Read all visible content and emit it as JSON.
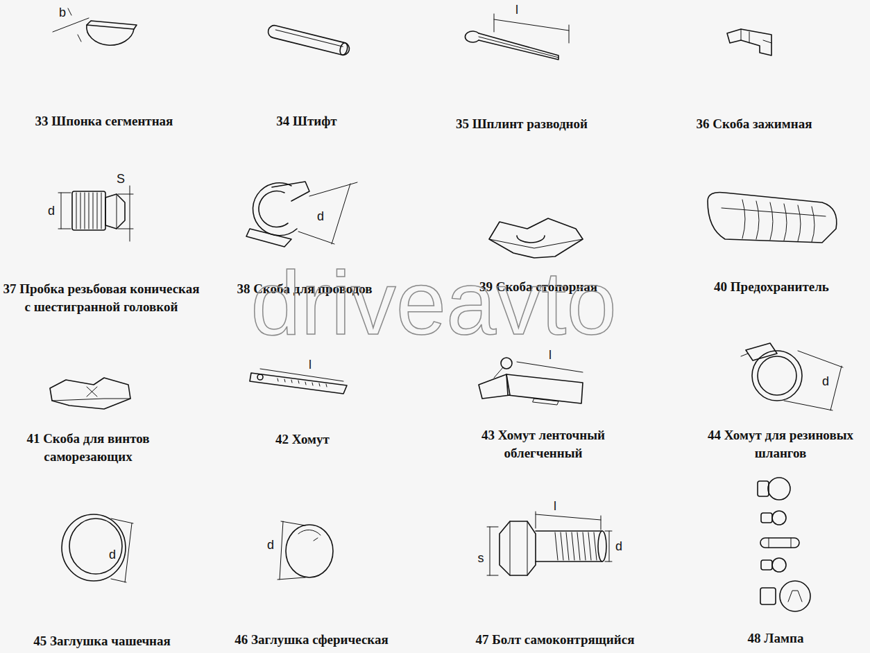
{
  "diagram": {
    "labels": [
      "b",
      "33 Шпонка сегментная",
      "34 Штифт",
      "l",
      "35 Шплинт разводной",
      "36 Скоба зажимная",
      "d",
      "S",
      "37 Пробка резьбовая коническая с шестигранной головкой",
      "d",
      "38 Скоба для проводов",
      "39 Скоба стопорная",
      "40 Предохранитель",
      "driveavto",
      "41 Скоба для винтов саморезающих",
      "l",
      "42 Хомут",
      "l",
      "43 Хомут ленточный облегченный",
      "d",
      "44 Хомут для резиновых шлангов",
      "d",
      "45 Заглушка чашечная",
      "d",
      "46 Заглушка сферическая",
      "l",
      "s",
      "d",
      "47 Болт самоконтрящийся",
      "48 Лампа"
    ]
  }
}
